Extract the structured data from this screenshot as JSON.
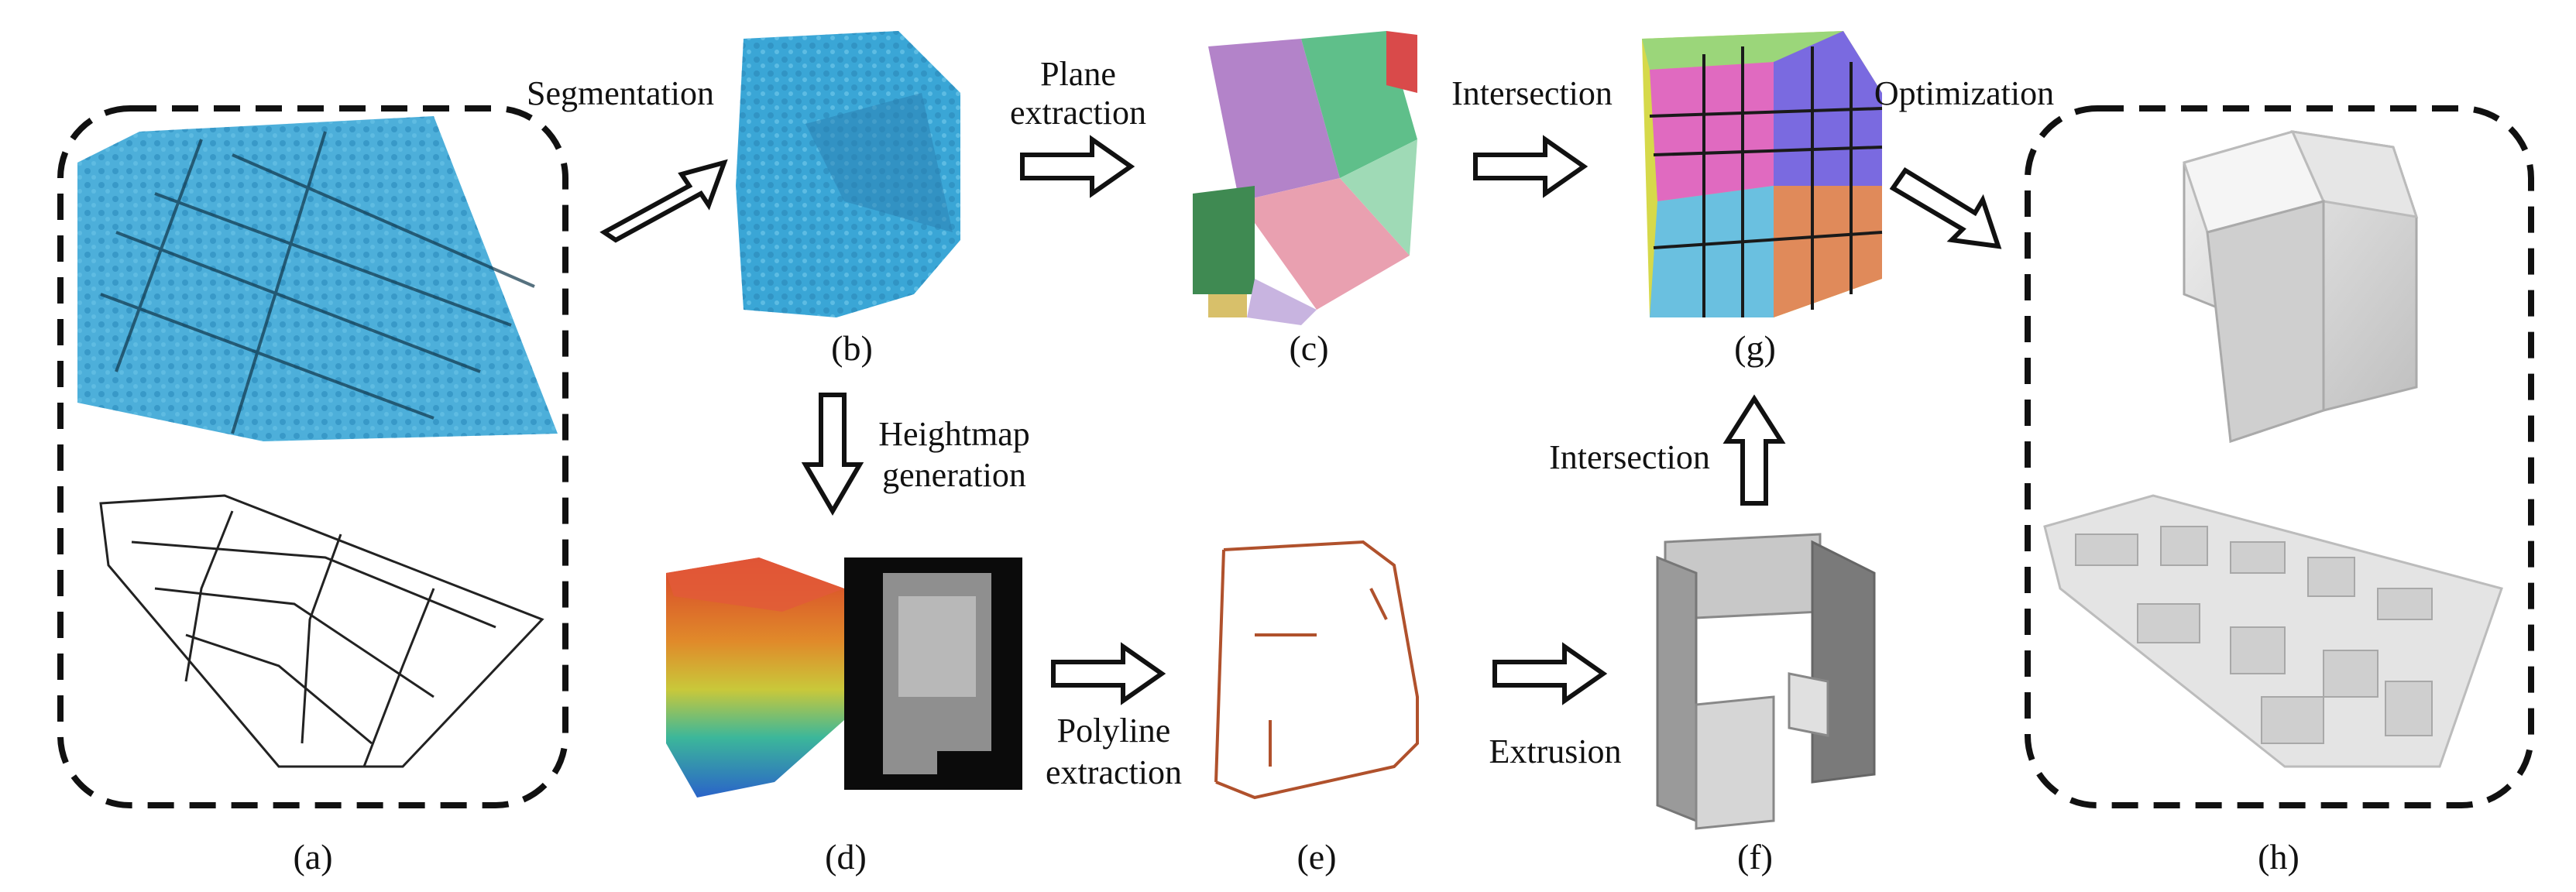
{
  "steps": {
    "segmentation": "Segmentation",
    "plane_extraction_1": "Plane",
    "plane_extraction_2": "extraction",
    "intersection_top": "Intersection",
    "optimization": "Optimization",
    "heightmap_1": "Heightmap",
    "heightmap_2": "generation",
    "polyline_1": "Polyline",
    "polyline_2": "extraction",
    "extrusion": "Extrusion",
    "intersection_right": "Intersection"
  },
  "captions": {
    "a": "(a)",
    "b": "(b)",
    "c": "(c)",
    "d": "(d)",
    "e": "(e)",
    "f": "(f)",
    "g": "(g)",
    "h": "(h)"
  },
  "colors": {
    "point_cloud": "#3aa6d6",
    "heightmap_warm": "#d8402a",
    "heightmap_cool": "#2a63c9",
    "polyline": "#b0512c",
    "model_gray": "#d9d9d9"
  }
}
